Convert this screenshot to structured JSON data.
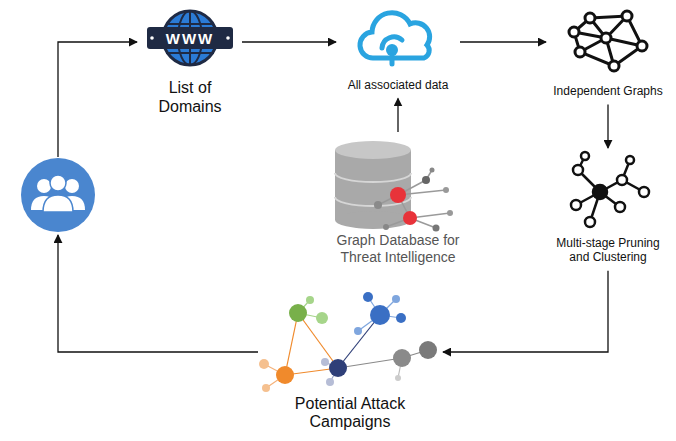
{
  "diagram": {
    "nodes": [
      {
        "text": [
          "List of Domains"
        ]
      },
      {
        "text": [
          "All associated data"
        ]
      },
      {
        "text": [
          "Independent Graphs"
        ]
      },
      {
        "text": [
          "Graph Database for Threat Intelligence"
        ]
      },
      {
        "text": [
          "Multi-stage Pruning and Clustering"
        ]
      },
      {
        "text": [
          "Potential Attack Campaigns"
        ]
      }
    ],
    "edges": [
      {
        "from": 0,
        "to": 1,
        "arrow": "to"
      },
      {
        "from": 1,
        "to": 2,
        "arrow": "to"
      },
      {
        "from": 2,
        "to": 4,
        "arrow": "to"
      },
      {
        "from": 4,
        "to": 5,
        "arrow": "to"
      },
      {
        "from": 3,
        "to": 1,
        "arrow": "to"
      }
    ],
    "labels": [
      "WWW"
    ]
  }
}
